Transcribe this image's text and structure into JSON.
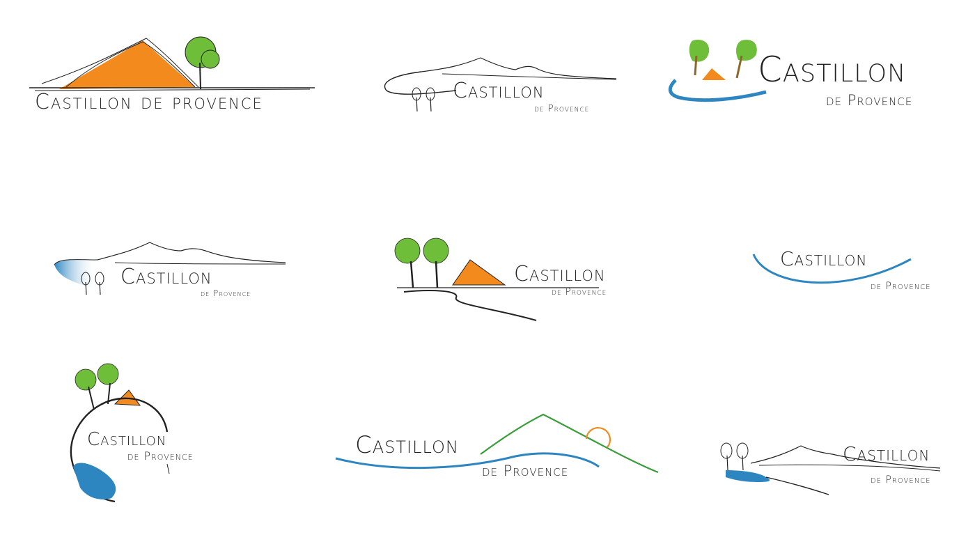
{
  "logos": [
    {
      "id": "logo-1",
      "line1": "Castillon de provence"
    },
    {
      "id": "logo-2",
      "line1": "Castillon",
      "line2": "de Provence"
    },
    {
      "id": "logo-3",
      "line1": "Castillon",
      "line2": "de Provence"
    },
    {
      "id": "logo-4",
      "line1": "Castillon",
      "line2": "de Provence"
    },
    {
      "id": "logo-5",
      "line1": "Castillon",
      "line2": "de Provence"
    },
    {
      "id": "logo-6",
      "line1": "Castillon",
      "line2": "de Provence"
    },
    {
      "id": "logo-7",
      "line1": "Castillon",
      "line2": "de Provence"
    },
    {
      "id": "logo-8",
      "line1": "Castillon",
      "line2": "de Provence"
    },
    {
      "id": "logo-9",
      "line1": "Castillon",
      "line2": "de Provence"
    }
  ],
  "colors": {
    "orange": "#f28a1e",
    "green": "#6fbe3a",
    "blue": "#2e86c1",
    "ink": "#222222",
    "brown": "#8a6a2a"
  }
}
